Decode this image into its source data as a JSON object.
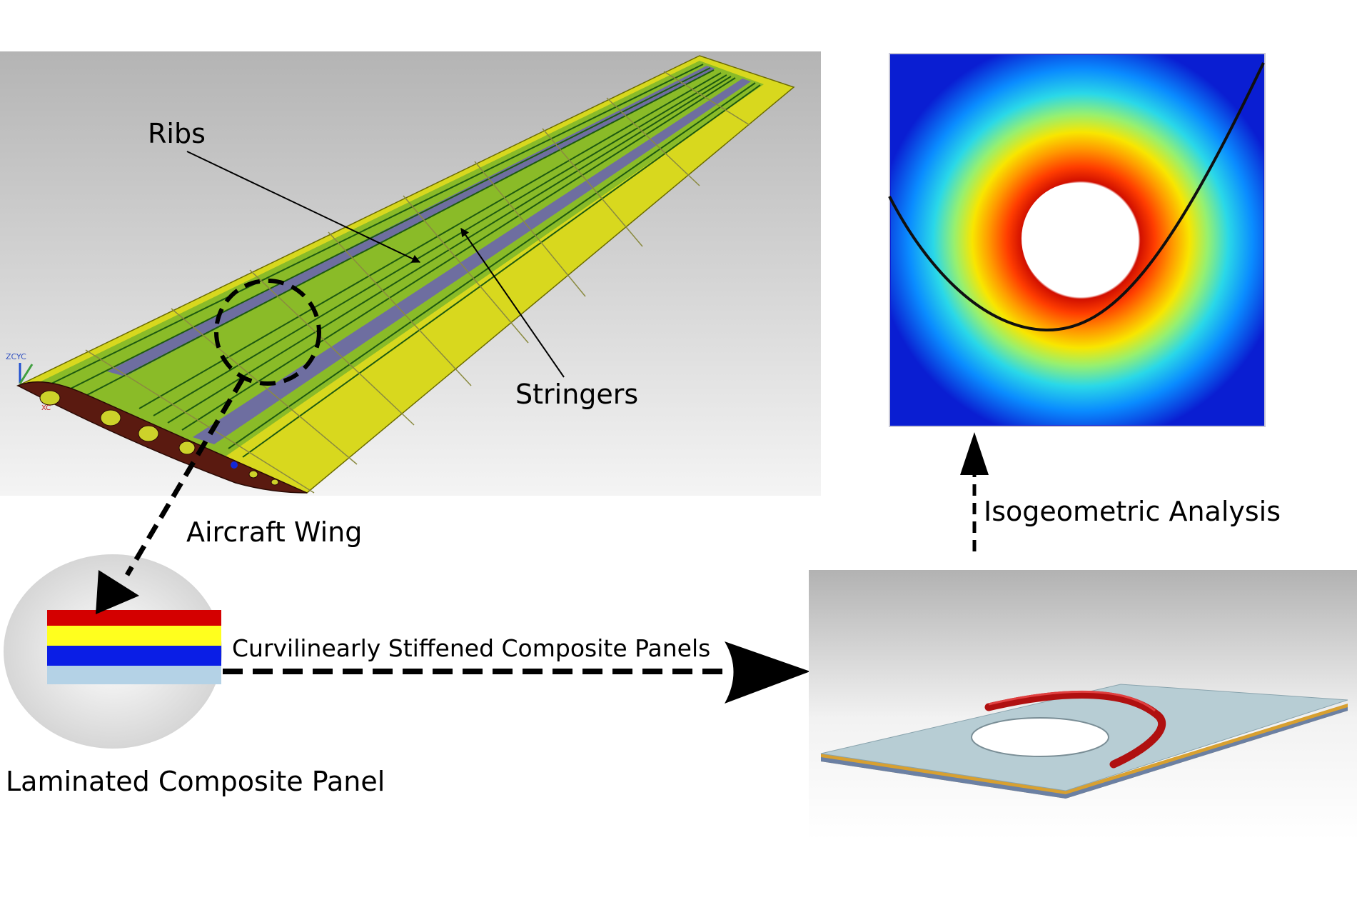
{
  "labels": {
    "ribs": "Ribs",
    "stringers": "Stringers",
    "aircraft_wing": "Aircraft Wing",
    "laminated_panel": "Laminated Composite Panel",
    "curvilinear_panels": "Curvilinearly Stiffened Composite Panels",
    "iga": "Isogeometric Analysis",
    "axis_triad": "ZCYC",
    "axis_x": "XC"
  },
  "icons": {
    "wing": "aircraft-wing-model",
    "stress": "stress-contour-plot",
    "plate": "stiffened-plate-model",
    "laminate": "laminate-layers"
  },
  "colors": {
    "wing_skin": "#d8d81e",
    "wing_panel_green": "#74b32a",
    "stringer_purple": "#6e6ea0",
    "rib_dark_red": "#5a1a10",
    "ply_red": "#d40000",
    "ply_yellow": "#ffff1e",
    "ply_blue": "#0a1ee6",
    "ply_light_blue": "#b4d2e6",
    "stiffener_red": "#b01010",
    "plate_face": "#b7cdd4"
  }
}
